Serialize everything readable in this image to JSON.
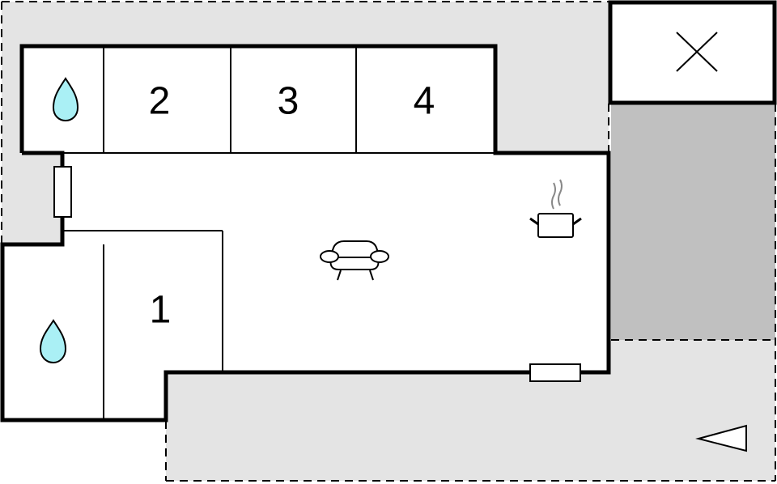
{
  "colors": {
    "terrace": "#e4e4e4",
    "covered_terrace": "#c0c0c0",
    "wall": "#000000",
    "room": "#ffffff",
    "water": "#aaf0f5"
  },
  "rooms": [
    {
      "id": "bathroom-top",
      "label": "",
      "icon": "water-drop-icon"
    },
    {
      "id": "bedroom-2",
      "label": "2"
    },
    {
      "id": "bedroom-3",
      "label": "3"
    },
    {
      "id": "bedroom-4",
      "label": "4"
    },
    {
      "id": "bedroom-1",
      "label": "1"
    },
    {
      "id": "bathroom-left",
      "label": "",
      "icon": "water-drop-icon"
    },
    {
      "id": "living-room",
      "label": "",
      "icons": [
        "sofa-icon",
        "cooking-pot-icon"
      ]
    },
    {
      "id": "outbuilding",
      "label": "",
      "icon": "cross-icon"
    }
  ],
  "labels": {
    "room1": "1",
    "room2": "2",
    "room3": "3",
    "room4": "4"
  },
  "legend_icons": [
    "water-drop-icon",
    "sofa-icon",
    "cooking-pot-icon",
    "cross-icon",
    "entrance-arrow-icon",
    "door-icon",
    "window-icon"
  ]
}
